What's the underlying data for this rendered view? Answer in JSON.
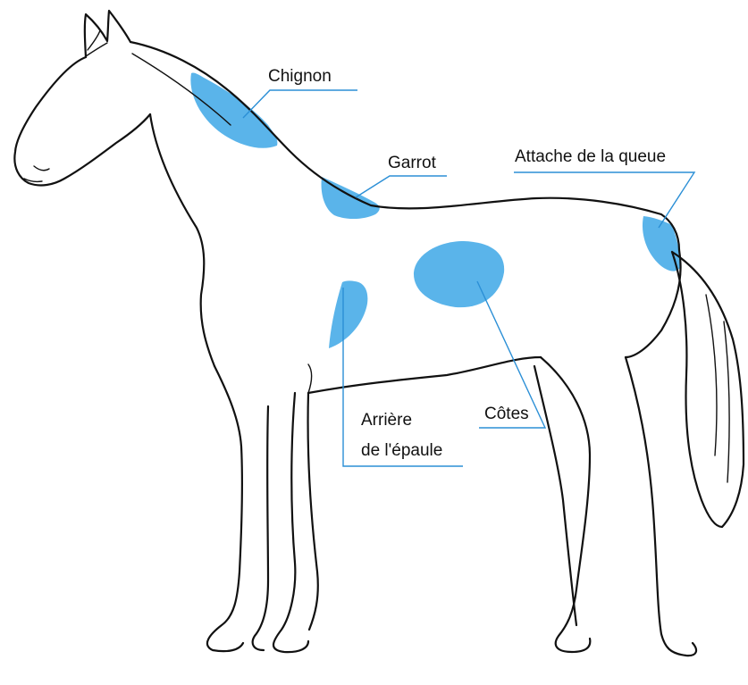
{
  "colors": {
    "zone_fill": "#5ab4ea",
    "leader_line": "#2b8fd6",
    "outline": "#111111"
  },
  "labels": {
    "chignon": "Chignon",
    "garrot": "Garrot",
    "queue": "Attache de la queue",
    "epaule_line1": "Arrière",
    "epaule_line2": "de l'épaule",
    "cotes": "Côtes"
  }
}
